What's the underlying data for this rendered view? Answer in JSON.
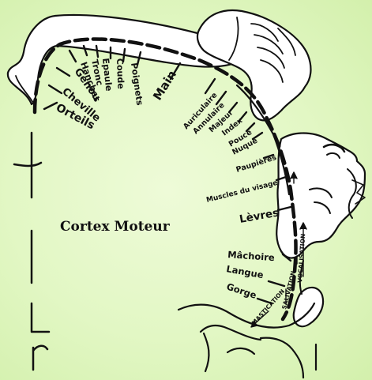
{
  "title": "Cortex Moteur",
  "body_parts": [
    "Orteils",
    "Cheville",
    "Genou",
    "Hanches",
    "Tronc",
    "Epaule",
    "Coude",
    "Poignets",
    "Main",
    "Auriculaire",
    "Annulaire",
    "Majeur",
    "Index",
    "Pouce",
    "Nuque",
    "Paupières",
    "Muscles du visage",
    "Lèvres",
    "Mâchoire",
    "Langue",
    "Gorge"
  ],
  "functions": [
    "MASTICATION",
    "SALIVATION",
    "VOCALISATION"
  ],
  "colors": {
    "background": "#e2f7c4",
    "ink": "#111111",
    "figure": "#ffffff"
  }
}
